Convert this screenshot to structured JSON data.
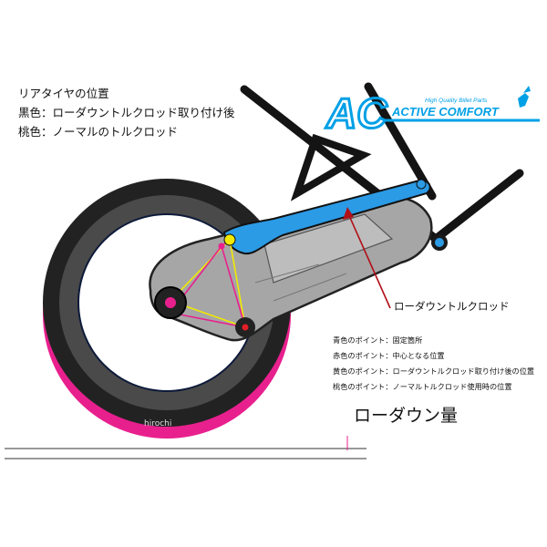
{
  "header": {
    "line1": "リアタイヤの位置",
    "line2": "黒色：ローダウントルクロッド取り付け後",
    "line3": "桃色：ノーマルのトルクロッド"
  },
  "logo": {
    "mark": "AC",
    "tagline": "High Quality Billet Parts",
    "name": "ACTIVE COMFORT",
    "color": "#00a0e6"
  },
  "callout": {
    "label": "ローダウントルクロッド"
  },
  "legend": {
    "items": [
      "青色のポイント：固定箇所",
      "赤色のポイント：中心となる位置",
      "黄色のポイント：ローダウントルクロッド取り付け後の位置",
      "桃色のポイント：ノーマルトルクロッド使用時の位置"
    ]
  },
  "lowdown_label": "ローダウン量",
  "watermark": "hirochi",
  "colors": {
    "tire_black": "#111111",
    "tire_normal": "#e8208e",
    "torque_rod": "#2b9be6",
    "swingarm": "#a8a8a8",
    "fixed_point": "#2b9be6",
    "center_point": "#e41e26",
    "lowered_point": "#f2ea00",
    "normal_point": "#e8208e"
  }
}
